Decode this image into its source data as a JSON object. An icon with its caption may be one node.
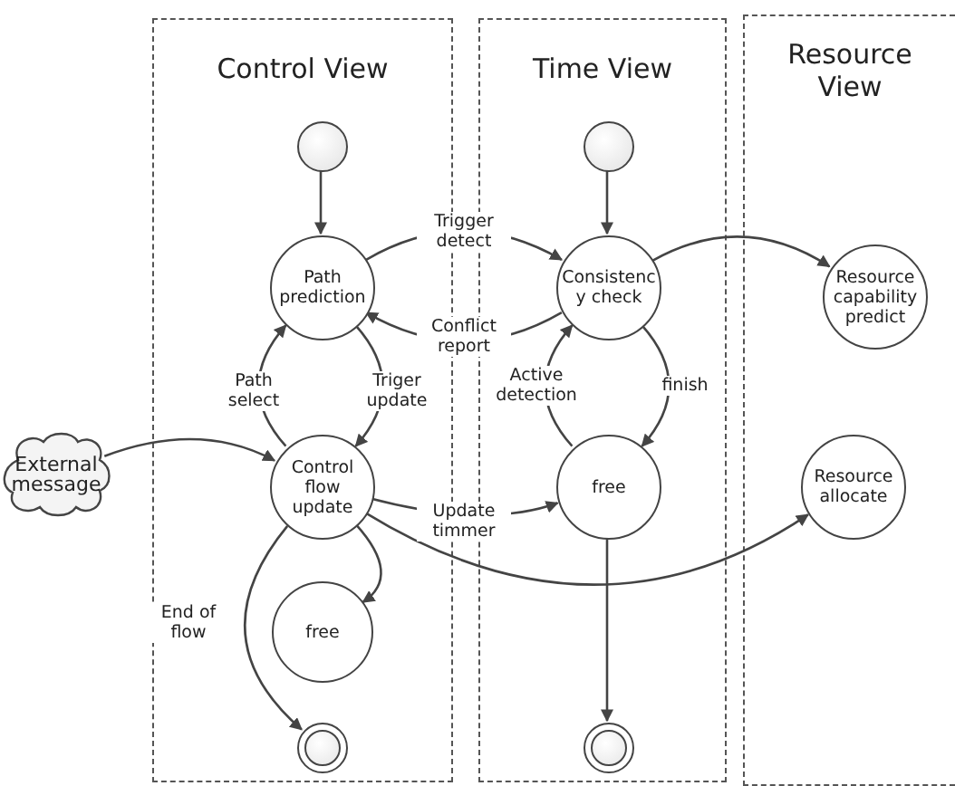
{
  "diagram": {
    "nodes": [
      {
        "text": [
          "Control View"
        ]
      },
      {
        "text": [
          "Time View"
        ]
      },
      {
        "text": [
          "Resource View"
        ]
      },
      {
        "text": [],
        "shape": "circle",
        "in": 0
      },
      {
        "text": [
          "Path prediction"
        ],
        "in": 0
      },
      {
        "text": [
          "Control flow update"
        ],
        "in": 0
      },
      {
        "text": [
          "free"
        ],
        "in": 0
      },
      {
        "text": [],
        "shape": "circle",
        "in": 0
      },
      {
        "text": [],
        "shape": "circle",
        "in": 1
      },
      {
        "text": [
          "Consistenc y check"
        ],
        "in": 1
      },
      {
        "text": [
          "free"
        ],
        "in": 1
      },
      {
        "text": [],
        "shape": "circle",
        "in": 1
      },
      {
        "text": [
          "Resource capability predict"
        ],
        "in": 2
      },
      {
        "text": [
          "Resource allocate"
        ],
        "in": 2
      },
      {
        "text": [
          "External message"
        ]
      }
    ],
    "edges": [
      {
        "from": 3,
        "to": 4,
        "arrow": "to"
      },
      {
        "from": 4,
        "to": 9,
        "arrow": "to",
        "label": "Trigger detect"
      },
      {
        "from": 9,
        "to": 4,
        "arrow": "to",
        "label": "Conflict report"
      },
      {
        "from": 5,
        "to": 4,
        "arrow": "to",
        "label": "Path select"
      },
      {
        "from": 4,
        "to": 5,
        "arrow": "to",
        "label": "Triger update"
      },
      {
        "from": 14,
        "to": 5,
        "arrow": "to"
      },
      {
        "from": 5,
        "to": 6,
        "arrow": "to"
      },
      {
        "from": 5,
        "to": 7,
        "arrow": "to",
        "label": "End of flow"
      },
      {
        "from": 5,
        "to": 10,
        "arrow": "to",
        "label": "Update timmer"
      },
      {
        "from": 10,
        "to": 9,
        "arrow": "to",
        "label": "Active detection"
      },
      {
        "from": 9,
        "to": 10,
        "arrow": "to",
        "label": "finish"
      },
      {
        "from": 5,
        "to": 13,
        "arrow": "to"
      },
      {
        "from": 9,
        "to": 12,
        "arrow": "to"
      },
      {
        "from": 8,
        "to": 9,
        "arrow": "to"
      },
      {
        "from": 10,
        "to": 11,
        "arrow": "to"
      }
    ]
  }
}
